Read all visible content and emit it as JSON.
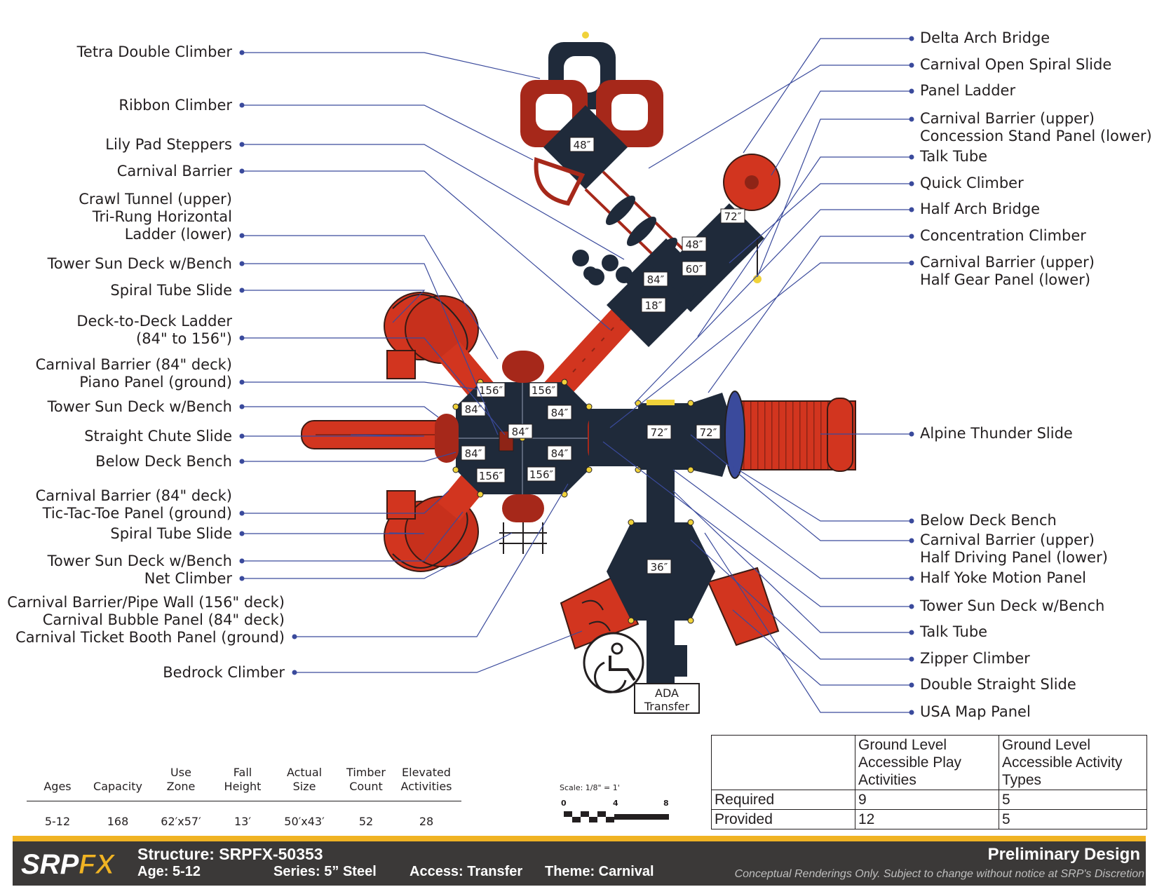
{
  "left_labels": [
    "Tetra Double Climber",
    "Ribbon Climber",
    "Lily Pad Steppers",
    "Carnival Barrier",
    "Crawl Tunnel (upper)\nTri-Rung Horizontal\nLadder (lower)",
    "Tower Sun Deck w/Bench",
    "Spiral Tube Slide",
    "Deck-to-Deck Ladder\n(84\" to 156\")",
    "Carnival Barrier (84\" deck)\nPiano Panel (ground)",
    "Tower Sun Deck w/Bench",
    "Straight Chute Slide",
    "Below Deck Bench",
    "Carnival Barrier (84\" deck)\nTic-Tac-Toe Panel (ground)",
    "Spiral Tube Slide",
    "Tower Sun Deck w/Bench",
    "Net Climber",
    "Carnival Barrier/Pipe Wall (156\" deck)\nCarnival Bubble Panel (84\" deck)\nCarnival Ticket Booth Panel (ground)",
    "Bedrock Climber"
  ],
  "right_labels": [
    "Delta Arch Bridge",
    "Carnival Open Spiral Slide",
    "Panel Ladder",
    "Carnival Barrier (upper)\nConcession Stand Panel (lower)",
    "Talk Tube",
    "Quick Climber",
    "Half Arch Bridge",
    "Concentration Climber",
    "Carnival Barrier (upper)\nHalf Gear Panel (lower)",
    "Alpine Thunder Slide",
    "Below Deck Bench",
    "Carnival Barrier (upper)\nHalf Driving Panel (lower)",
    "Half Yoke Motion Panel",
    "Tower Sun Deck w/Bench",
    "Talk Tube",
    "Zipper Climber",
    "Double Straight Slide",
    "USA Map Panel"
  ],
  "deck_heights": [
    "48″",
    "72″",
    "48″",
    "60″",
    "84″",
    "18″",
    "156″",
    "156″",
    "84″",
    "84″",
    "84″",
    "84″",
    "84″",
    "156″",
    "156″",
    "72″",
    "72″",
    "36″"
  ],
  "ada_label": [
    "ADA",
    "Transfer"
  ],
  "specs": [
    {
      "header": "Ages",
      "value": "5-12"
    },
    {
      "header": "Capacity",
      "value": "168"
    },
    {
      "header": "Use\nZone",
      "value": "62′x57′"
    },
    {
      "header": "Fall\nHeight",
      "value": "13′"
    },
    {
      "header": "Actual\nSize",
      "value": "50′x43′"
    },
    {
      "header": "Timber\nCount",
      "value": "52"
    },
    {
      "header": "Elevated\nActivities",
      "value": "28"
    }
  ],
  "scale": {
    "label": "Scale: 1/8\" = 1'",
    "ticks": [
      "0",
      "4",
      "8"
    ]
  },
  "accessibility": {
    "headers": [
      "",
      "Ground Level\nAccessible Play\nActivities",
      "Ground Level\nAccessible Activity\nTypes"
    ],
    "rows": [
      {
        "label": "Required",
        "play": "9",
        "types": "5"
      },
      {
        "label": "Provided",
        "play": "12",
        "types": "5"
      }
    ]
  },
  "footer": {
    "logo_a": "SRP",
    "logo_b": "FX",
    "structure": "Structure: SRPFX-50353",
    "age": "Age: 5-12",
    "series": "Series: 5” Steel",
    "access": "Access: Transfer",
    "theme": "Theme: Carnival",
    "title": "Preliminary Design",
    "disclaimer": "Conceptual Renderings Only. Subject to change without notice at SRP's Discretion"
  },
  "colors": {
    "structure": "#1f2a3a",
    "slides": "#d2351f",
    "slides_dark": "#8e2416",
    "leader": "#3a4a9c",
    "accent": "#f0b323",
    "footer": "#3b3938"
  }
}
